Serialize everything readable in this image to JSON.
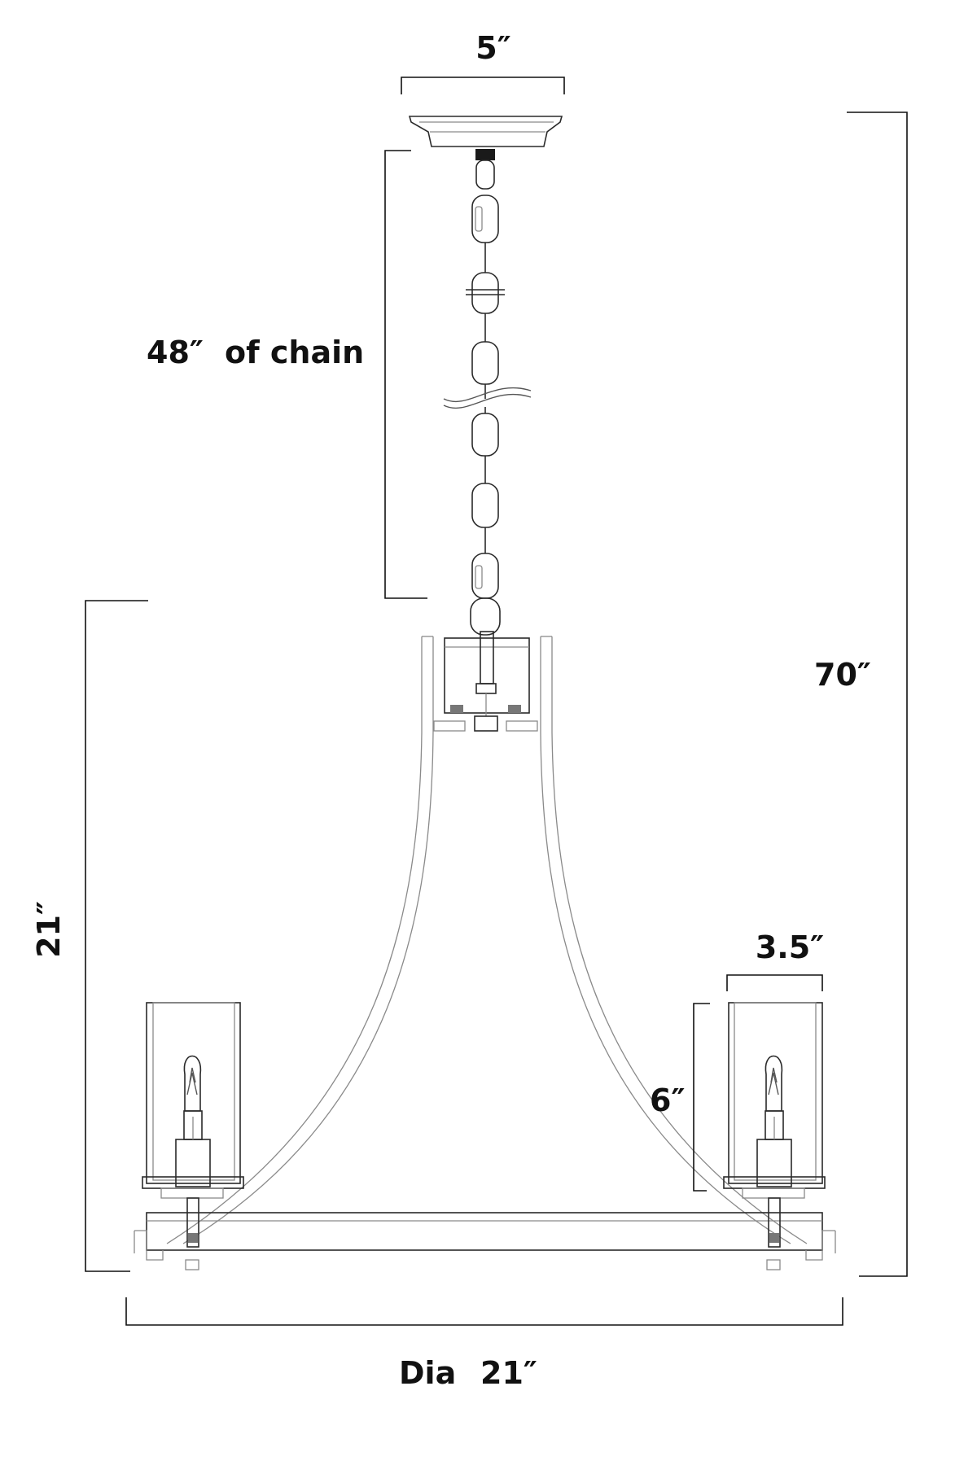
{
  "diagram": {
    "dimensions": {
      "canopy_width": "5″",
      "chain_length_value": "48″",
      "chain_length_text": "of chain",
      "overall_height": "70″",
      "body_height": "21″",
      "shade_width": "3.5″",
      "shade_height": "6″",
      "diameter_prefix": "Dia",
      "diameter_value": "21″"
    },
    "colors": {
      "line_dark": "#2a2a2a",
      "line_light": "#8a8a8a",
      "text": "#111111"
    }
  }
}
